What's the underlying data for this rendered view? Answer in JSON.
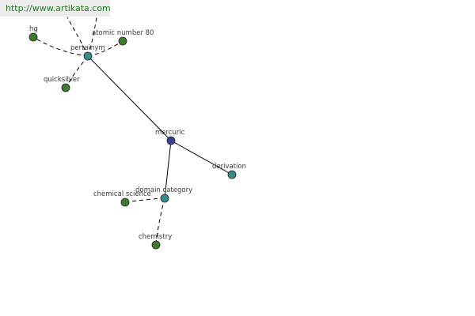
{
  "banner": {
    "url": "http://www.artikata.com"
  },
  "graph": {
    "colors": {
      "center": "#3b3f8f",
      "relation": "#3a8a8a",
      "term": "#3f7a33",
      "edge": "#000000"
    },
    "nodes": {
      "mercuric": {
        "label": "mercuric",
        "kind": "center"
      },
      "pertainym": {
        "label": "pertainym",
        "kind": "relation"
      },
      "derivation": {
        "label": "derivation",
        "kind": "relation"
      },
      "domain_category": {
        "label": "domain category",
        "kind": "relation"
      },
      "hg": {
        "label": "hg",
        "kind": "term"
      },
      "atomic_number_80": {
        "label": "atomic number 80",
        "kind": "term"
      },
      "quicksilver": {
        "label": "quicksilver",
        "kind": "term"
      },
      "chemical_science": {
        "label": "chemical science",
        "kind": "term"
      },
      "chemistry": {
        "label": "chemistry",
        "kind": "term"
      }
    }
  }
}
